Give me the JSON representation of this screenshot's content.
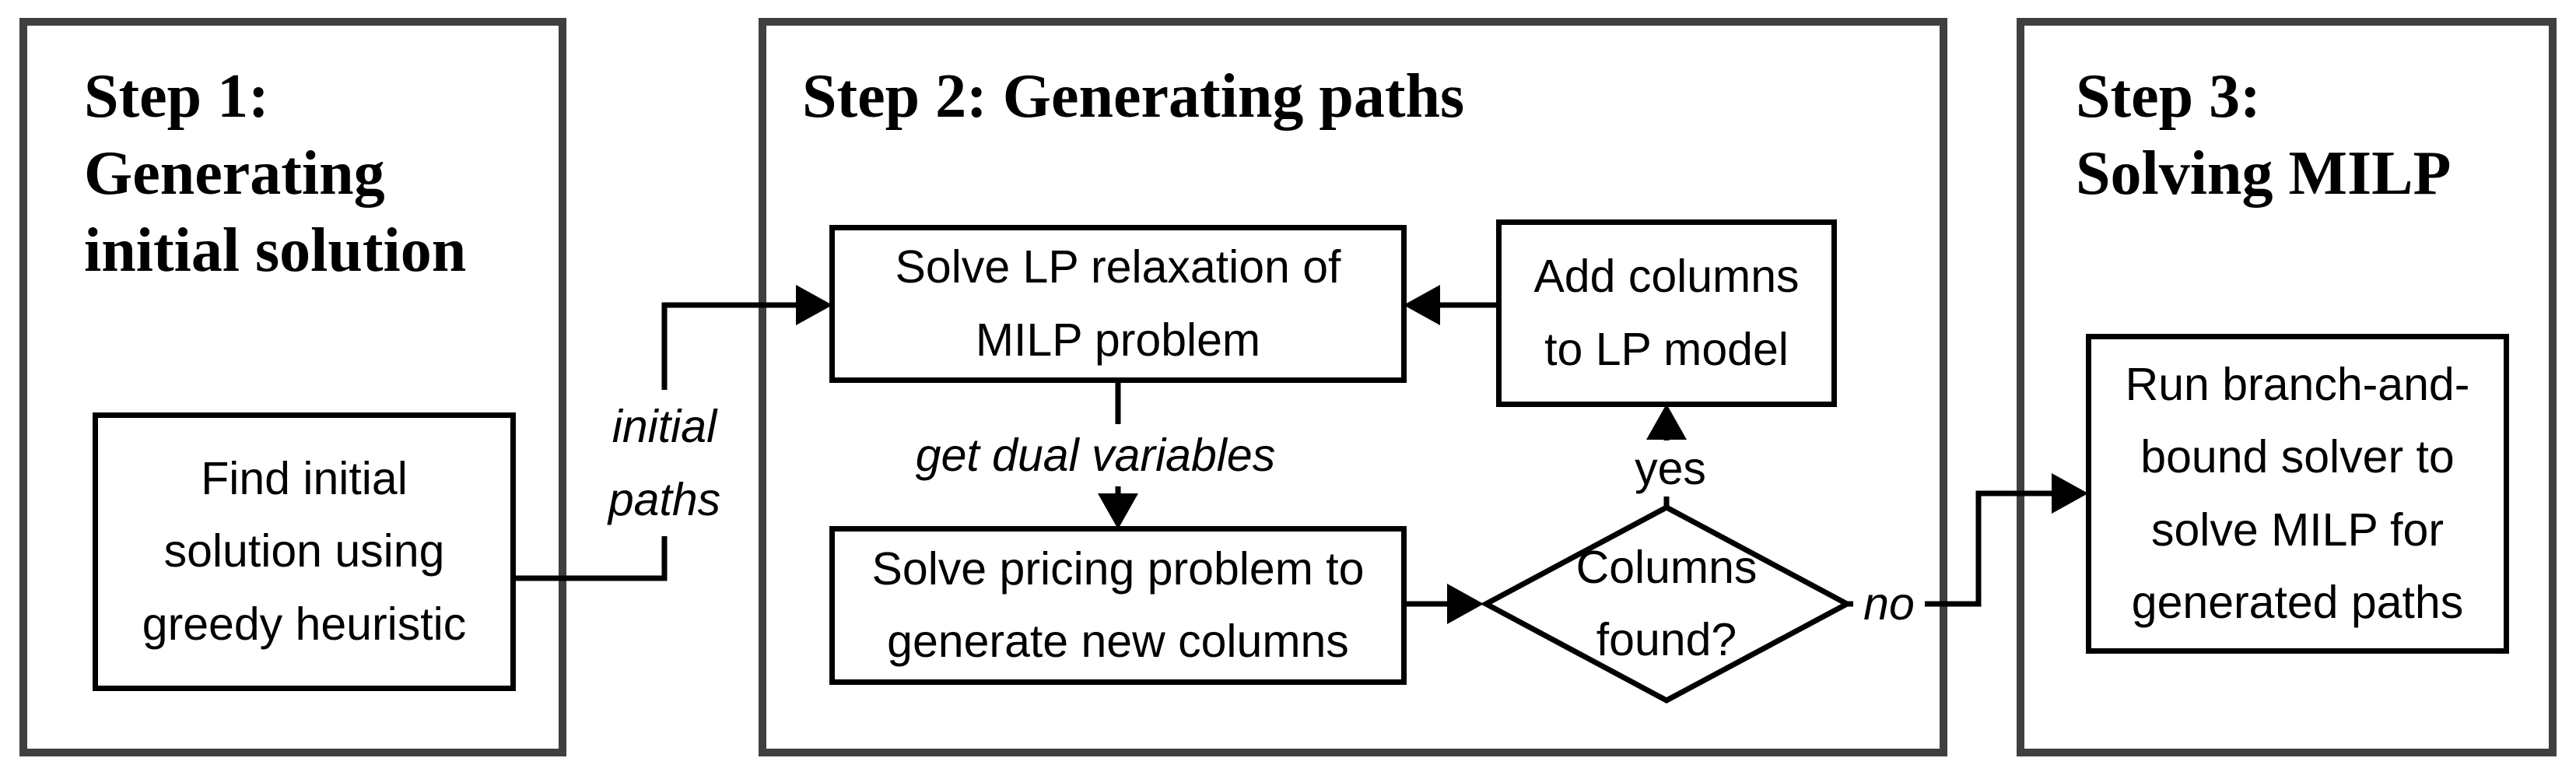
{
  "diagram": {
    "panels": [
      {
        "id": "step1",
        "title": "Step 1:\nGenerating\ninitial solution"
      },
      {
        "id": "step2",
        "title": "Step 2: Generating paths"
      },
      {
        "id": "step3",
        "title": "Step 3:\nSolving MILP"
      }
    ],
    "nodes": [
      {
        "id": "find-initial",
        "shape": "process",
        "label": "Find initial\nsolution using\ngreedy heuristic"
      },
      {
        "id": "solve-lp",
        "shape": "process",
        "label": "Solve LP relaxation of\nMILP problem"
      },
      {
        "id": "add-columns",
        "shape": "process",
        "label": "Add columns\nto LP model"
      },
      {
        "id": "solve-pricing",
        "shape": "process",
        "label": "Solve pricing problem to\ngenerate new columns"
      },
      {
        "id": "columns-found",
        "shape": "decision",
        "label": "Columns\nfound?"
      },
      {
        "id": "run-bnb",
        "shape": "process",
        "label": "Run branch-and-\nbound solver to\nsolve MILP for\ngenerated paths"
      }
    ],
    "edge_labels": {
      "initial_paths": "initial\npaths",
      "get_dual_variables": "get dual variables",
      "yes": "yes",
      "no": "no"
    },
    "colors": {
      "background": "#ffffff",
      "panel_border": "#3f3f3f",
      "flow_line": "#000000",
      "node_fill": "#ffffff",
      "text": "#000000"
    }
  }
}
